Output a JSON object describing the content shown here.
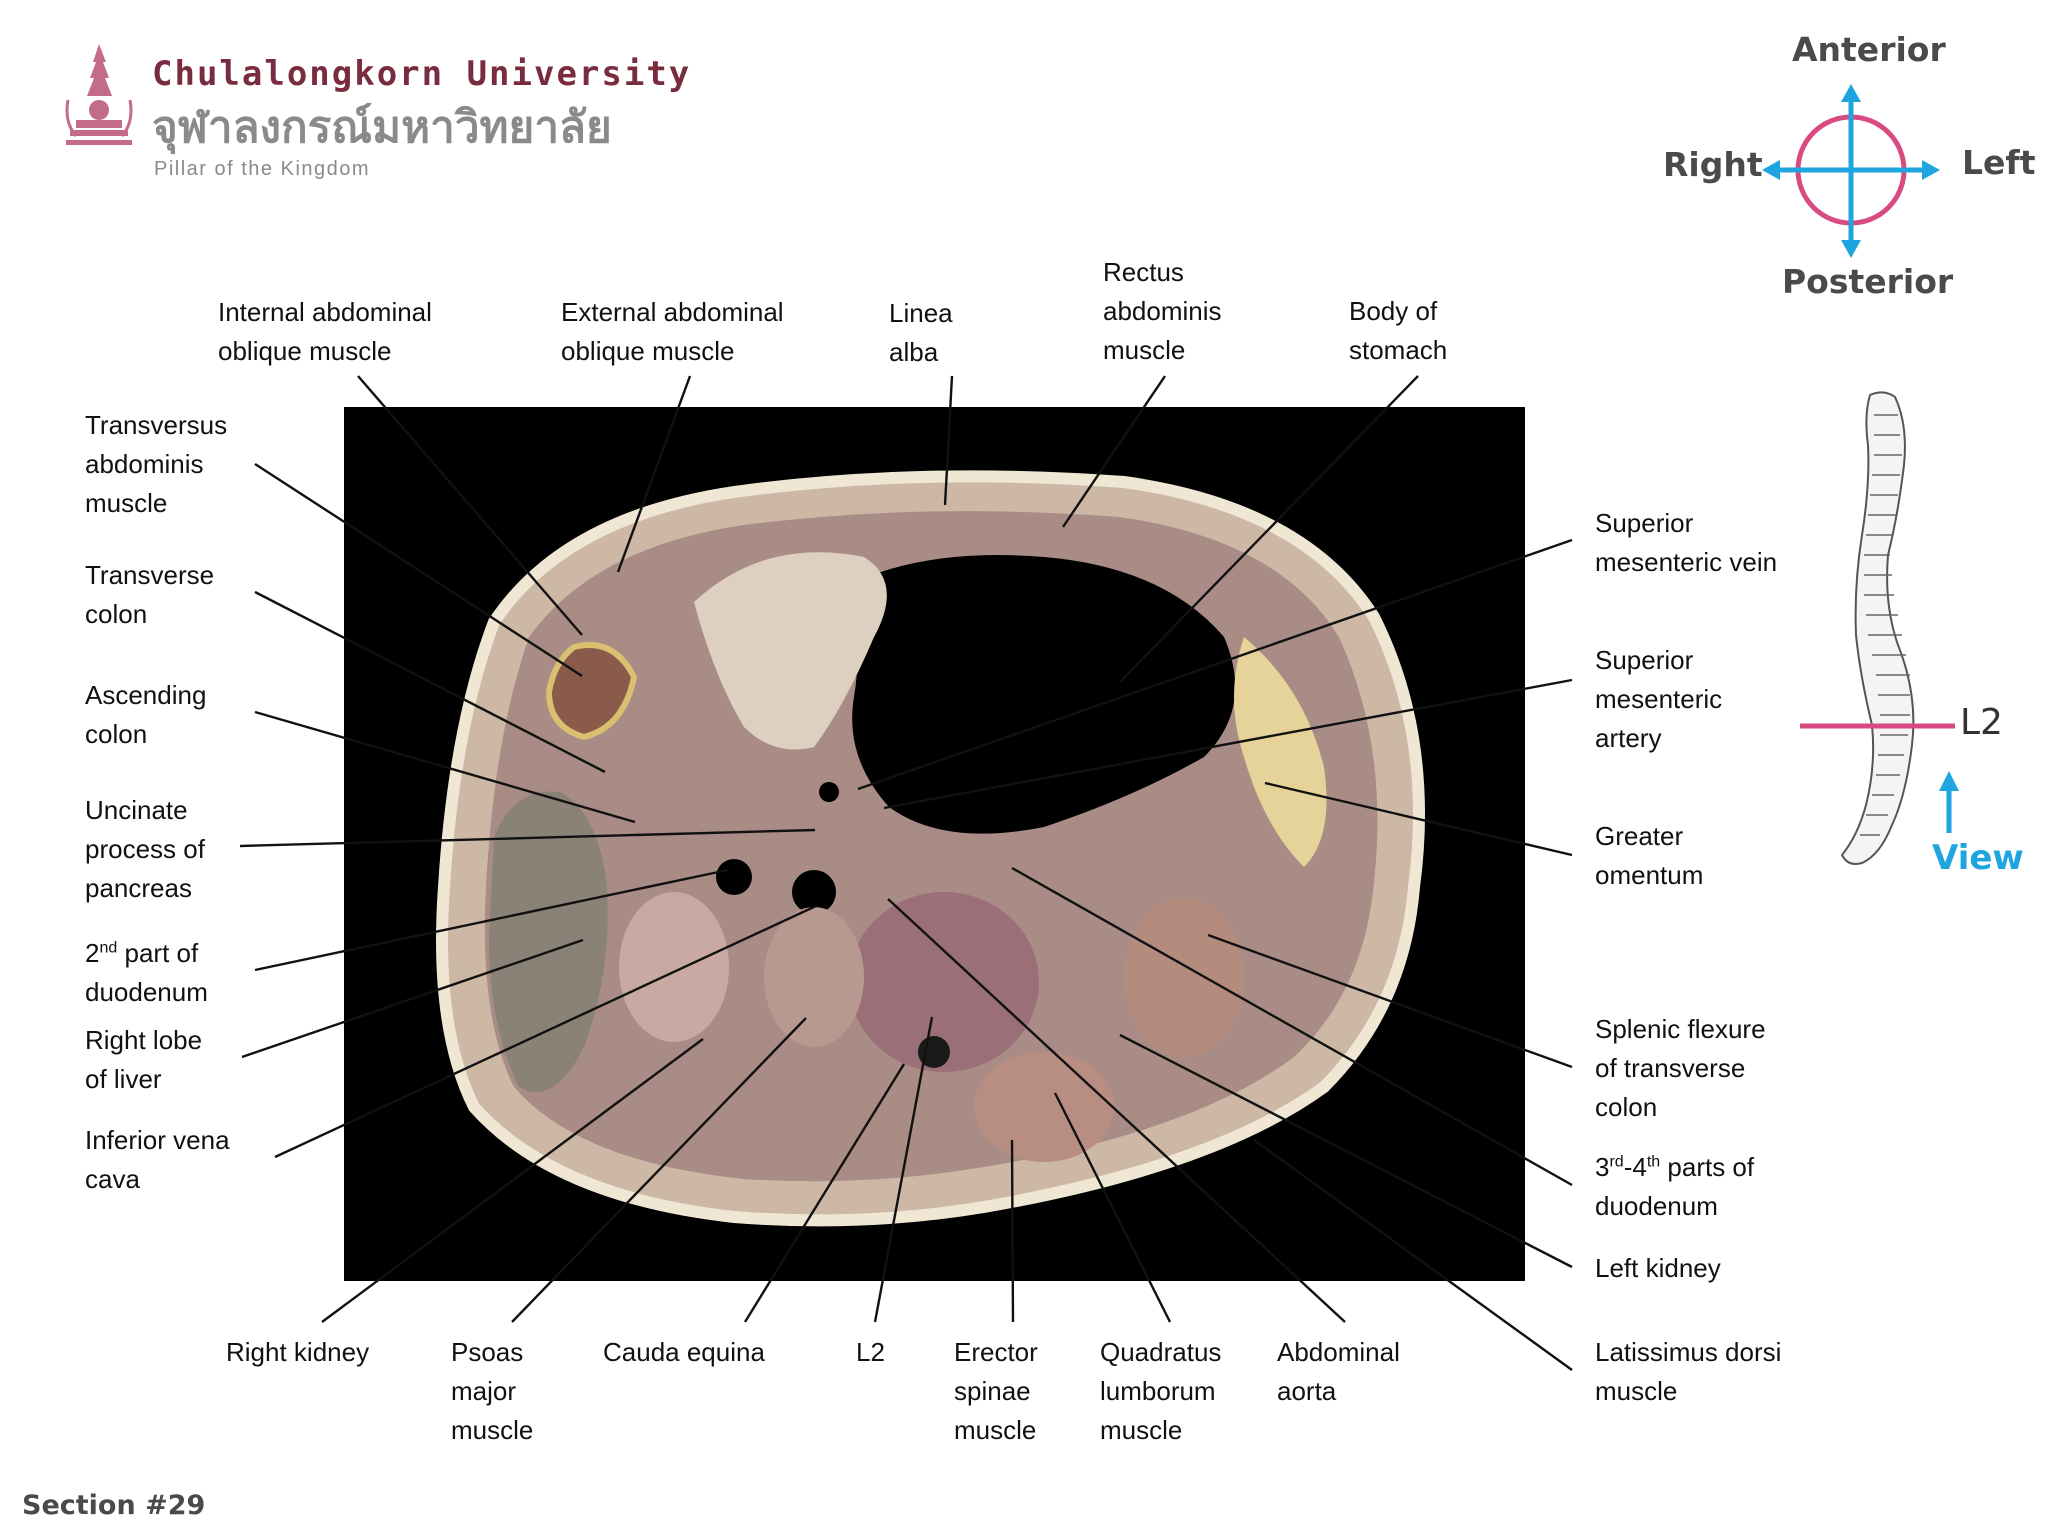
{
  "header": {
    "university_en": "Chulalongkorn University",
    "university_th": "จุฬาลงกรณ์มหาวิทยาลัย",
    "tagline": "Pillar of the Kingdom",
    "logo_icon": "chulalongkorn-crest-icon"
  },
  "orientation": {
    "anterior": "Anterior",
    "posterior": "Posterior",
    "right": "Right",
    "left": "Left",
    "ring_color": "#d94a82",
    "arrow_color": "#1ea5e0"
  },
  "spine_inset": {
    "level": "L2",
    "view": "View",
    "level_line_color": "#d94a82"
  },
  "labels": {
    "internal_oblique": [
      "Internal abdominal",
      "oblique muscle"
    ],
    "external_oblique": [
      "External abdominal",
      "oblique muscle"
    ],
    "linea_alba": [
      "Linea",
      "alba"
    ],
    "rectus": [
      "Rectus",
      "abdominis",
      "muscle"
    ],
    "body_stomach": [
      "Body of",
      "stomach"
    ],
    "transversus": [
      "Transversus",
      "abdominis",
      "muscle"
    ],
    "transverse_colon": [
      "Transverse",
      "colon"
    ],
    "ascending_colon": [
      "Ascending",
      "colon"
    ],
    "uncinate": [
      "Uncinate",
      "process of",
      "pancreas"
    ],
    "duodenum2_sup": "nd",
    "duodenum2_a": "2",
    "duodenum2_b": " part of",
    "duodenum2_c": "duodenum",
    "right_lobe_liver": [
      "Right lobe",
      "of liver"
    ],
    "ivc": [
      "Inferior vena",
      "cava"
    ],
    "smv": [
      "Superior",
      "mesenteric vein"
    ],
    "sma": [
      "Superior",
      "mesenteric",
      "artery"
    ],
    "greater_omentum": [
      "Greater",
      "omentum"
    ],
    "splenic_flexure": [
      "Splenic flexure",
      "of transverse",
      "colon"
    ],
    "duodenum34_a": "3",
    "duodenum34_sup1": "rd",
    "duodenum34_b": "-4",
    "duodenum34_sup2": "th",
    "duodenum34_c": " parts of",
    "duodenum34_d": "duodenum",
    "left_kidney": [
      "Left kidney"
    ],
    "latissimus": [
      "Latissimus dorsi",
      "muscle"
    ],
    "right_kidney": [
      "Right kidney"
    ],
    "psoas": [
      "Psoas",
      "major",
      "muscle"
    ],
    "cauda_equina": [
      "Cauda equina"
    ],
    "l2": [
      "L2"
    ],
    "erector": [
      "Erector",
      "spinae",
      "muscle"
    ],
    "quadratus": [
      "Quadratus",
      "lumborum",
      "muscle"
    ],
    "aorta": [
      "Abdominal",
      "aorta"
    ]
  },
  "footer": {
    "section": "Section #29"
  }
}
